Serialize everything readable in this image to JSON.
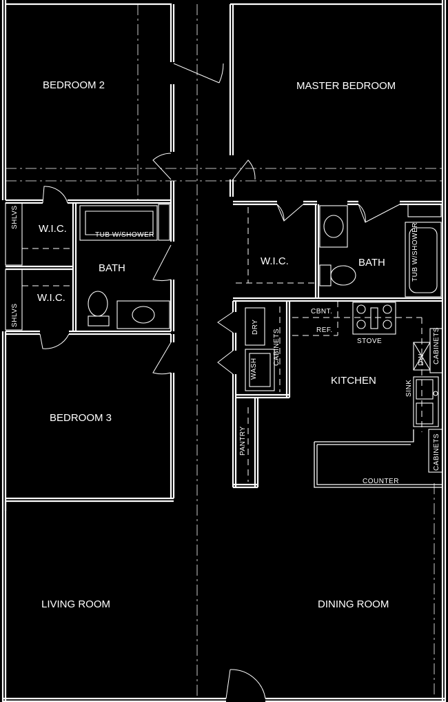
{
  "rooms": {
    "bedroom2": "BEDROOM 2",
    "master_bedroom": "MASTER BEDROOM",
    "wic_left_top": "W.I.C.",
    "wic_left_bottom": "W.I.C.",
    "bath_left": "BATH",
    "wic_right": "W.I.C.",
    "bath_right": "BATH",
    "kitchen": "KITCHEN",
    "bedroom3": "BEDROOM 3",
    "living_room": "LIVING ROOM",
    "dining_room": "DINING ROOM"
  },
  "fixtures": {
    "shelves_top": "SHLVS",
    "shelves_bottom": "SHLVS",
    "tub_left": "TUB W/SHOWER",
    "tub_right": "TUB W/SHOWER",
    "cabinet_short": "CBNT.",
    "refrigerator": "REF.",
    "stove": "STOVE",
    "dryer": "DRY",
    "washer": "WASH",
    "laundry_cabinets": "CABINETS",
    "dishwasher": "DW",
    "upper_cabinets": "CABINETS",
    "sink": "SINK",
    "lower_cabinets": "CABINETS",
    "pantry": "PANTRY",
    "counter": "COUNTER"
  },
  "colors": {
    "background": "#000000",
    "lines": "#ffffff"
  }
}
